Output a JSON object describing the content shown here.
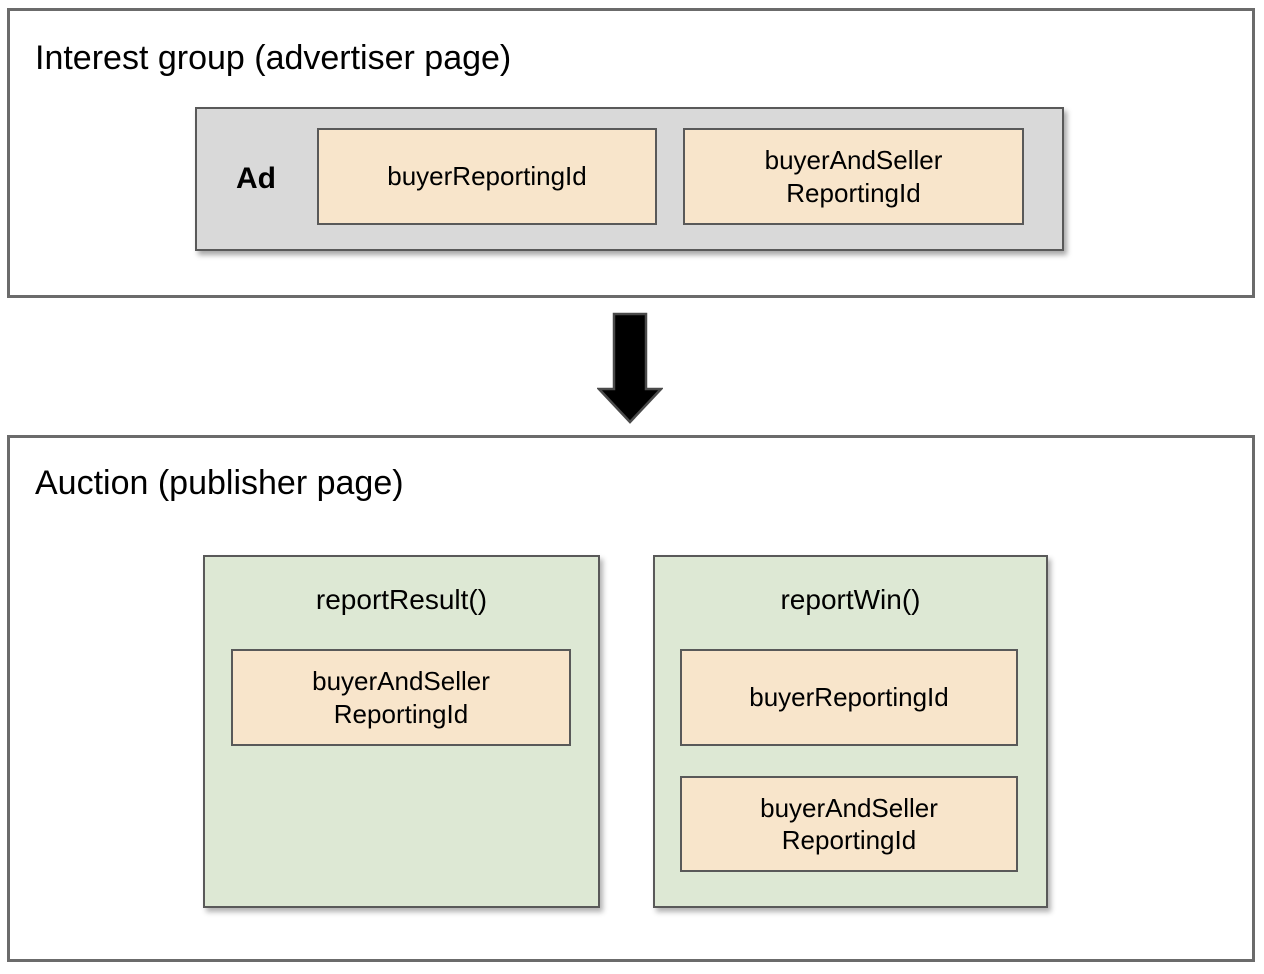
{
  "interest_group": {
    "title": "Interest group (advertiser page)",
    "ad_label": "Ad",
    "chips": [
      {
        "label": "buyerReportingId"
      },
      {
        "label": "buyerAndSeller\nReportingId"
      }
    ]
  },
  "auction": {
    "title": "Auction (publisher page)",
    "functions": [
      {
        "name": "reportResult()",
        "chips": [
          {
            "label": "buyerAndSeller\nReportingId"
          }
        ]
      },
      {
        "name": "reportWin()",
        "chips": [
          {
            "label": "buyerReportingId"
          },
          {
            "label": "buyerAndSeller\nReportingId"
          }
        ]
      }
    ]
  },
  "colors": {
    "chip_fill": "#f8e5cb",
    "function_fill": "#dde8d4",
    "ad_fill": "#d9d9d9",
    "inner_border": "#595959",
    "outer_border": "#6b6b6b",
    "arrow_fill": "#000000",
    "text": "#000000",
    "background": "#ffffff"
  }
}
